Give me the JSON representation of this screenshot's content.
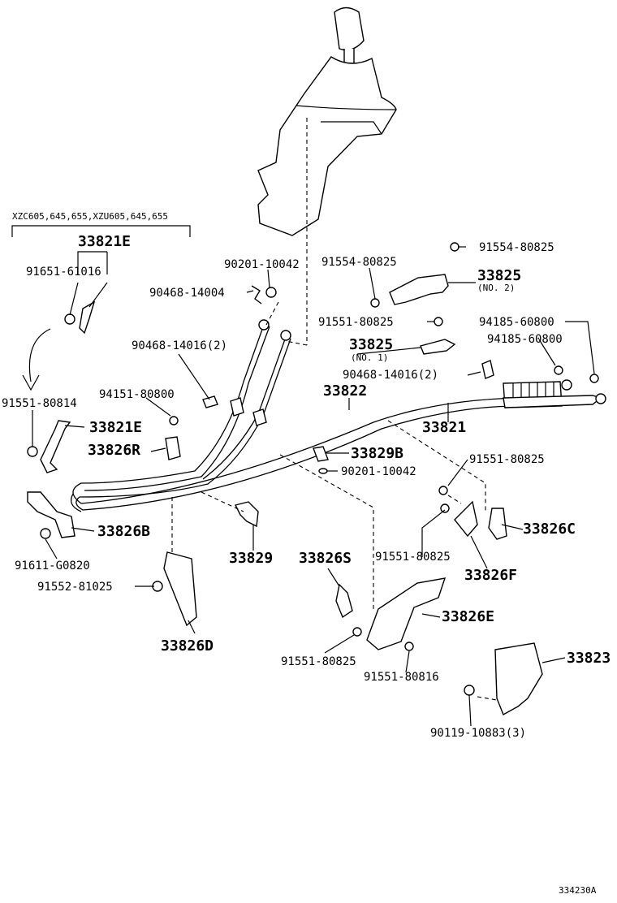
{
  "note": {
    "variant": "XZC605,645,655,XZU605,645,655"
  },
  "labels": {
    "p33821E_top": "33821E",
    "p91651": "91651-61016",
    "p90201_top": "90201-10042",
    "p91554_a": "91554-80825",
    "p91554_b": "91554-80825",
    "p33825_2": "33825",
    "p33825_2_sub": "(NO. 2)",
    "p90468_14004": "90468-14004",
    "p91551_80825_a": "91551-80825",
    "p94185_a": "94185-60800",
    "p94185_b": "94185-60800",
    "p90468_14016_a": "90468-14016(2)",
    "p33825_1": "33825",
    "p33825_1_sub": "(NO. 1)",
    "p90468_14016_b": "90468-14016(2)",
    "p33822": "33822",
    "p91551_80814": "91551-80814",
    "p94151": "94151-80800",
    "p33821E_mid": "33821E",
    "p33821": "33821",
    "p33826R": "33826R",
    "p33829B": "33829B",
    "p90201_mid": "90201-10042",
    "p91551_80825_b": "91551-80825",
    "p33826C": "33826C",
    "p33826B": "33826B",
    "p91611": "91611-G0820",
    "p33829": "33829",
    "p33826S": "33826S",
    "p91551_80825_c": "91551-80825",
    "p33826F": "33826F",
    "p91552": "91552-81025",
    "p33826E": "33826E",
    "p33826D": "33826D",
    "p91551_80825_d": "91551-80825",
    "p33823": "33823",
    "p91551_80816": "91551-80816",
    "p90119": "90119-10883(3)",
    "figure_id": "334230A"
  },
  "icons": [
    "shift-knob-icon",
    "bolt-icon",
    "nut-icon",
    "washer-icon",
    "clip-icon",
    "bracket-icon",
    "cable-icon"
  ]
}
